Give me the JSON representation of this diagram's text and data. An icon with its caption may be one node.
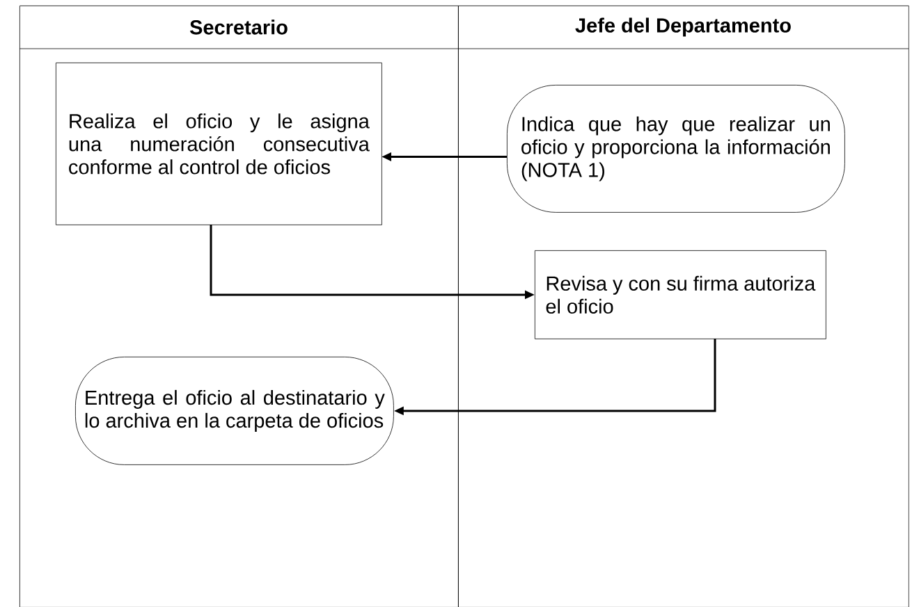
{
  "diagram": {
    "nodes": [
      {
        "text": [
          "Secretario"
        ]
      },
      {
        "text": [
          "Jefe del Departamento"
        ]
      },
      {
        "text": [
          "Realiza el oficio y le asigna una numeración consecutiva conforme al control de oficios"
        ],
        "in": 0
      },
      {
        "text": [
          "Indica que hay que realizar un oficio y proporciona la información (NOTA 1)"
        ],
        "in": 1
      },
      {
        "text": [
          "Revisa y con su firma autoriza el oficio"
        ],
        "in": 1
      },
      {
        "text": [
          "Entrega el oficio al destinatario y lo archiva en la carpeta de oficios"
        ],
        "in": 0
      }
    ],
    "edges": [
      {
        "from": 3,
        "to": 2,
        "arrow": "to"
      },
      {
        "from": 2,
        "to": 4,
        "arrow": "to"
      },
      {
        "from": 4,
        "to": 5,
        "arrow": "to"
      }
    ]
  }
}
